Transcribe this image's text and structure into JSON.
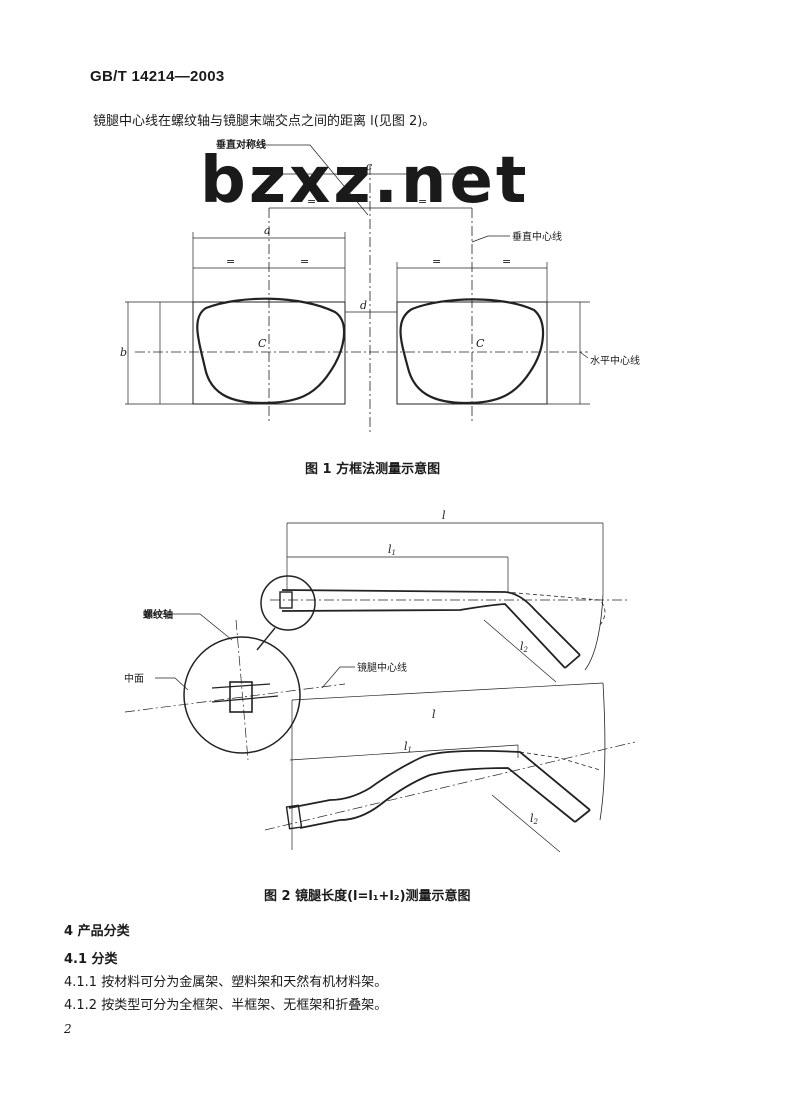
{
  "header": {
    "standard": "GB/T 14214—2003"
  },
  "intro": "镜腿中心线在螺纹轴与镜腿末端交点之间的距离 l(见图 2)。",
  "watermark": "bzxz.net",
  "figure1": {
    "caption": "图 1   方框法测量示意图",
    "labels": {
      "vertical_symmetry": "垂直对称线",
      "vertical_center": "垂直中心线",
      "horizontal_center": "水平中心线",
      "a": "a",
      "b": "b",
      "c": "c",
      "d": "d",
      "center": "C",
      "equal": "="
    }
  },
  "figure2": {
    "caption": "图 2   镜腿长度(l=l₁+l₂)测量示意图",
    "labels": {
      "screw_axis": "螺纹轴",
      "middle_plane": "中面",
      "temple_centerline": "镜腿中心线",
      "l": "l",
      "l1": "l",
      "l1_sub": "1",
      "l2": "l",
      "l2_sub": "2"
    }
  },
  "section4": {
    "heading": "4   产品分类",
    "s41": "4.1   分类",
    "s411": "4.1.1   按材料可分为金属架、塑料架和天然有机材料架。",
    "s412": "4.1.2   按类型可分为全框架、半框架、无框架和折叠架。"
  },
  "page_number": "2"
}
